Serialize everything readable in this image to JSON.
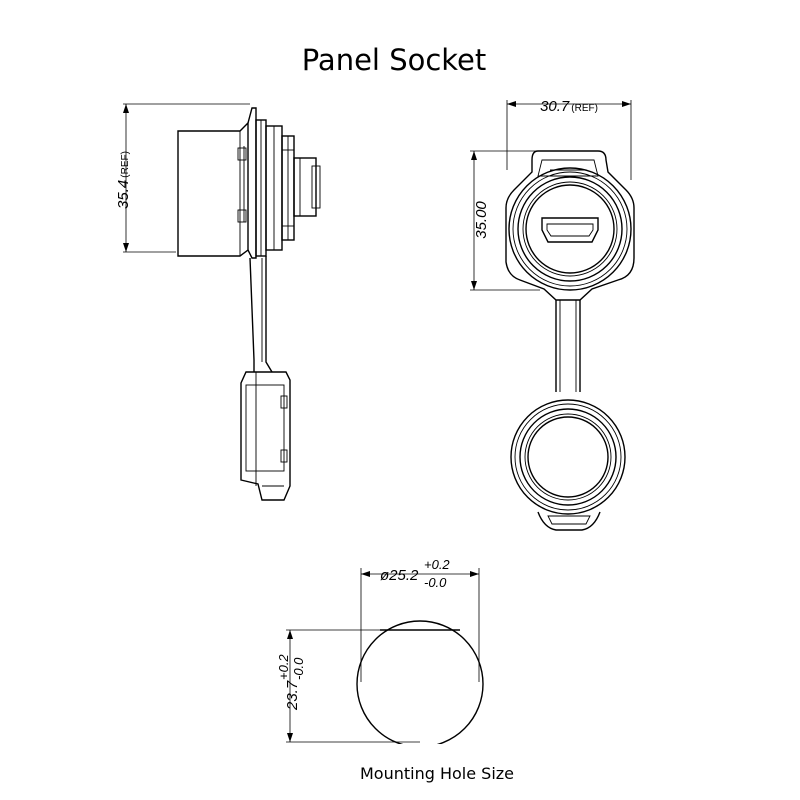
{
  "title": "Panel  Socket",
  "caption": "Mounting Hole Size",
  "dimensions": {
    "side_height": {
      "value": "35.4",
      "note": "(REF)"
    },
    "front_width": {
      "value": "30.7",
      "note": "(REF)"
    },
    "front_height": {
      "value": "35.00"
    },
    "hole_diameter": {
      "value": "ø25.2",
      "tol_plus": "+0.2",
      "tol_minus": "-0.0"
    },
    "hole_flat": {
      "value": "23.7",
      "tol_plus": "+0.2",
      "tol_minus": "-0.0"
    }
  }
}
